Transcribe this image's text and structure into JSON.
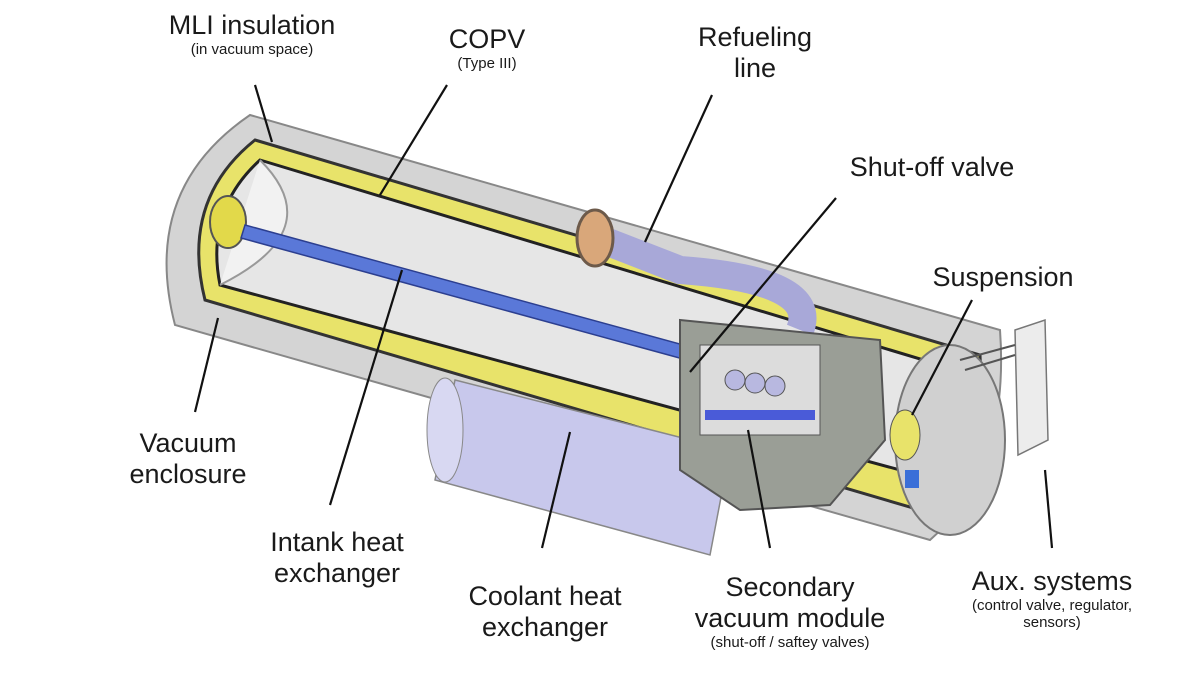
{
  "labels": {
    "mli": {
      "title": "MLI insulation",
      "sub": "(in vacuum space)"
    },
    "copv": {
      "title": "COPV",
      "sub": "(Type III)"
    },
    "refueling": {
      "line1": "Refueling",
      "line2": "line"
    },
    "shutoff": {
      "title": "Shut-off valve"
    },
    "suspension": {
      "title": "Suspension"
    },
    "vacuum_enclosure": {
      "line1": "Vacuum",
      "line2": "enclosure"
    },
    "intank_hx": {
      "line1": "Intank heat",
      "line2": "exchanger"
    },
    "coolant_hx": {
      "line1": "Coolant heat",
      "line2": "exchanger"
    },
    "secondary_module": {
      "line1": "Secondary",
      "line2": "vacuum module",
      "sub": "(shut-off / saftey valves)"
    },
    "aux": {
      "title": "Aux. systems",
      "sub1": "(control valve, regulator,",
      "sub2": "sensors)"
    }
  },
  "colors": {
    "shell": "#c9c9c9",
    "insulation": "#e8e36a",
    "heat_exchanger": "#5a78d8",
    "coolant": "#c8c8ec",
    "module": "#9a9e96"
  }
}
